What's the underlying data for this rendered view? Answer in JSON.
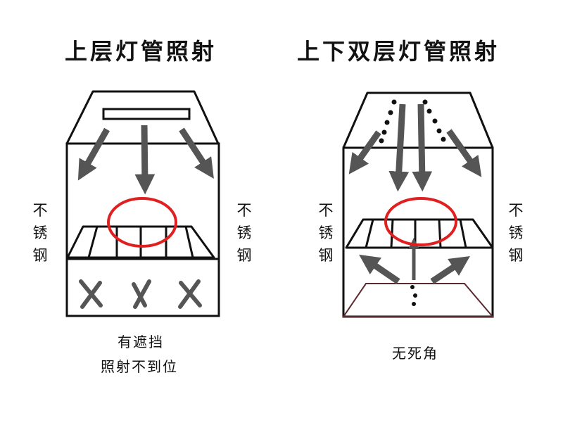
{
  "left_panel": {
    "title": "上层灯管照射",
    "side_label": [
      "不",
      "锈",
      "钢"
    ],
    "caption_lines": [
      "有遮挡",
      "照射不到位"
    ]
  },
  "right_panel": {
    "title": "上下双层灯管照射",
    "side_label": [
      "不",
      "锈",
      "钢"
    ],
    "caption_lines": [
      "无死角"
    ]
  },
  "colors": {
    "outline": "#111111",
    "arrow": "#555555",
    "highlight_ring": "#e02020",
    "lower_tray": "#5a2a30"
  },
  "icons": {
    "blocked_marker": "x-mark-icon",
    "light_ray": "arrow-icon",
    "lamp": "lamp-tube-icon"
  }
}
